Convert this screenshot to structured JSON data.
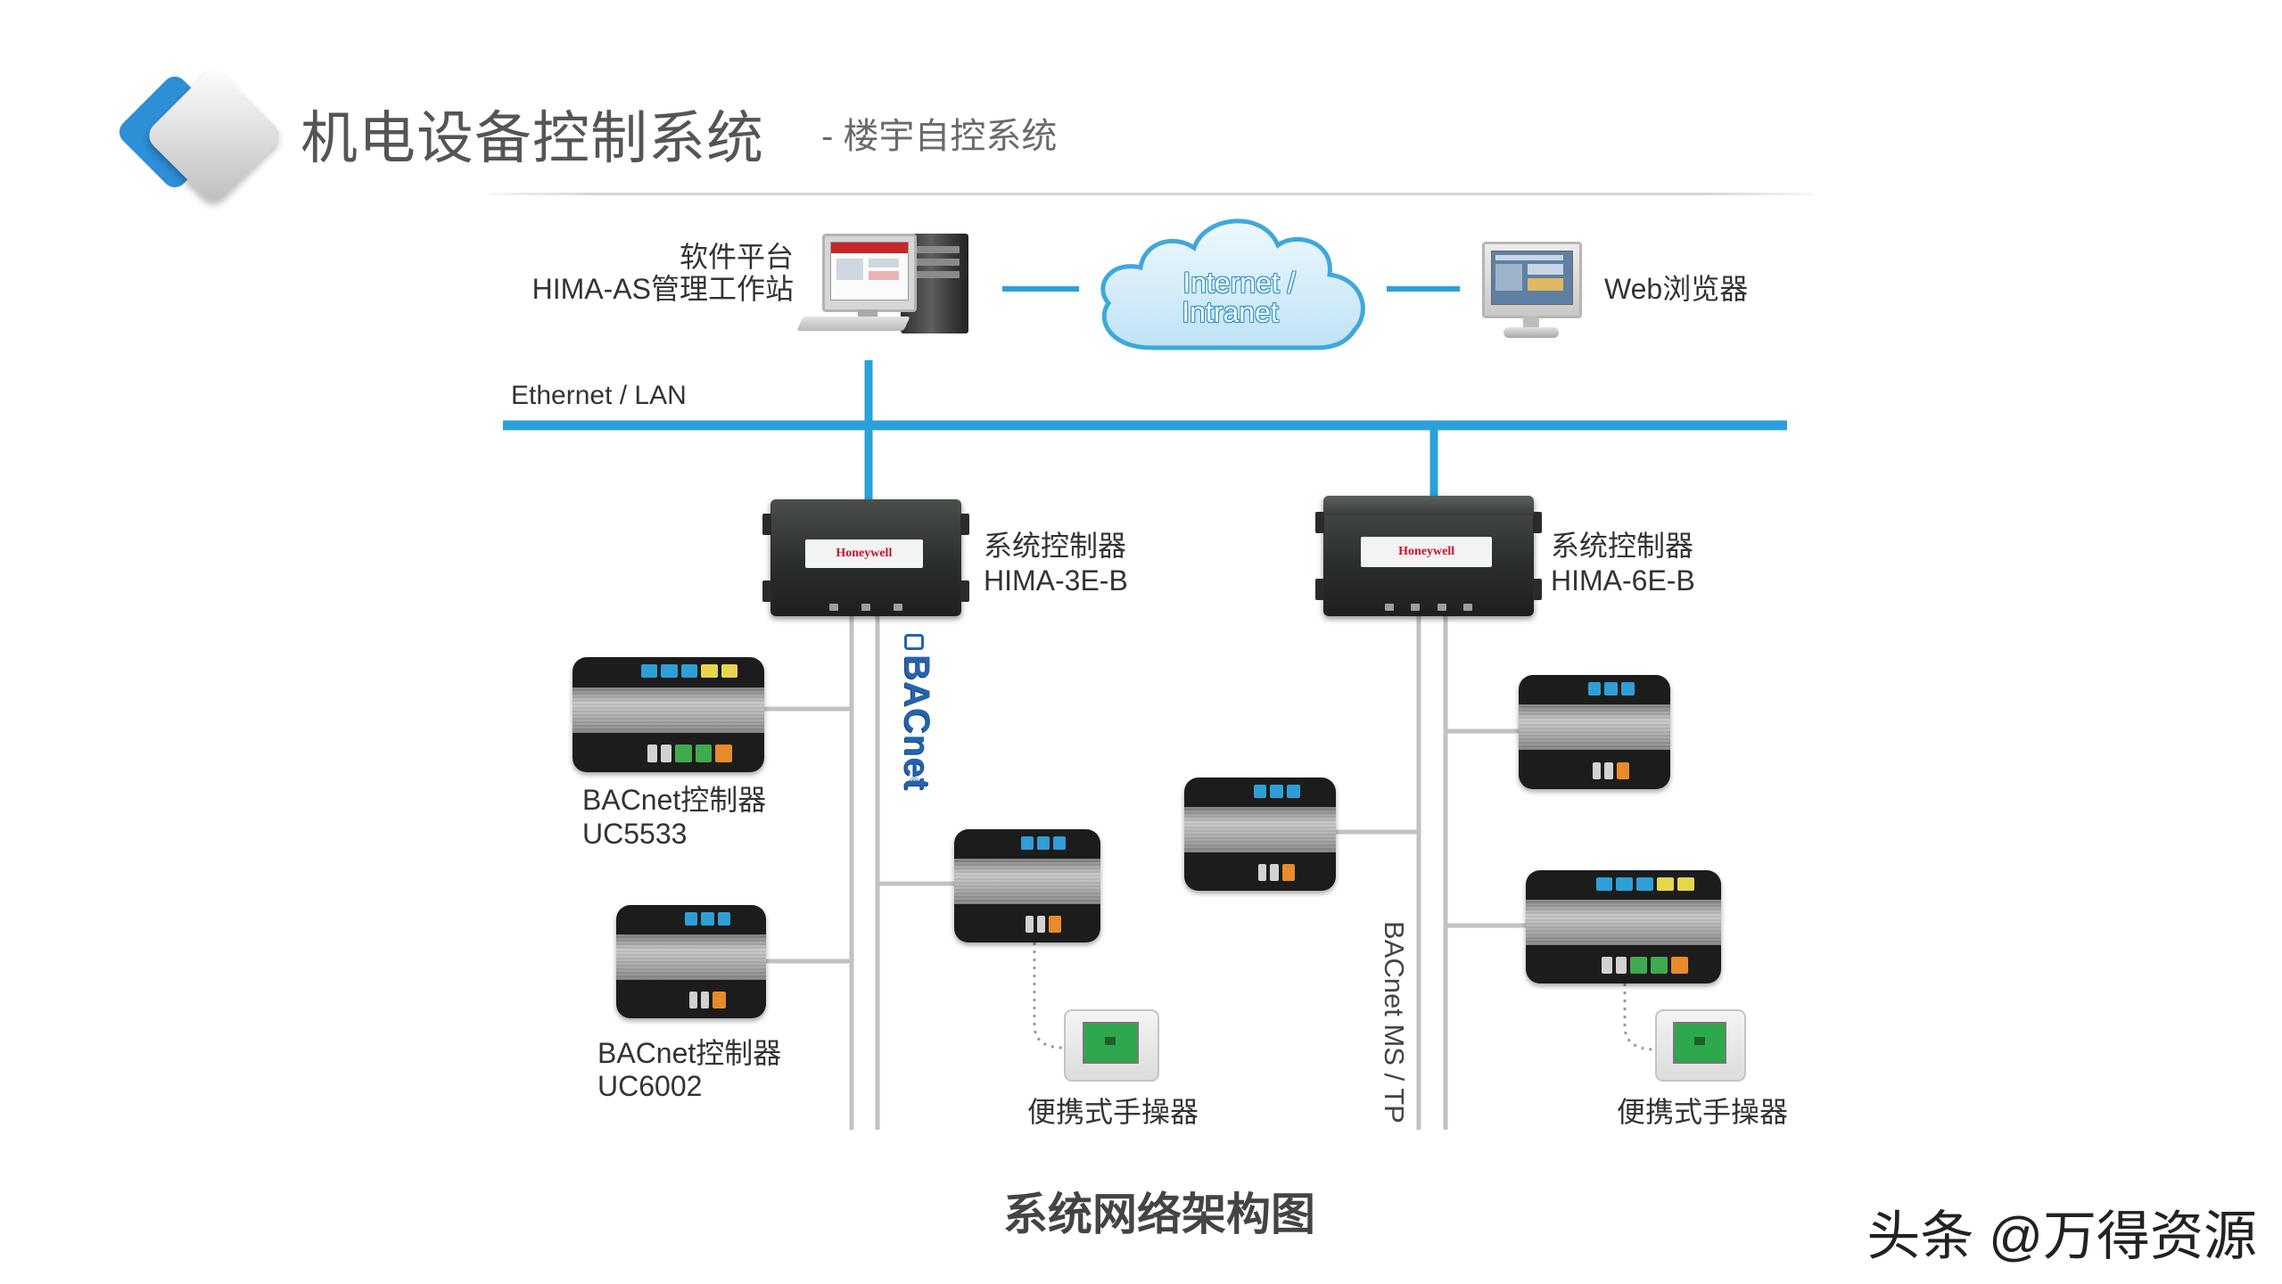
{
  "header": {
    "title": "机电设备控制系统",
    "subtitle": "- 楼宇自控系统"
  },
  "workstation": {
    "line1": "软件平台",
    "line2": "HIMA-AS管理工作站"
  },
  "cloud": {
    "line1": "Internet /",
    "line2": "Intranet"
  },
  "browser": {
    "label": "Web浏览器"
  },
  "network": {
    "ethernet_label": "Ethernet / LAN",
    "bacnet_logo": "BACnet",
    "registered_mark": "®",
    "bacnet_mstp_label": "BACnet MS / TP"
  },
  "controllers": {
    "sys_left": {
      "line1": "系统控制器",
      "line2": "HIMA-3E-B",
      "brand": "Honeywell"
    },
    "sys_right": {
      "line1": "系统控制器",
      "line2": "HIMA-6E-B",
      "brand": "Honeywell"
    },
    "uc5533": {
      "line1": "BACnet控制器",
      "line2": "UC5533"
    },
    "uc6002": {
      "line1": "BACnet控制器",
      "line2": "UC6002"
    }
  },
  "handhelds": {
    "left_label": "便携式手操器",
    "right_label": "便携式手操器"
  },
  "caption": "系统网络架构图",
  "watermark": "头条 @万得资源",
  "colors": {
    "accent_blue": "#2ba1d9",
    "bus_grey": "#c2c2c2",
    "title_grey": "#555555",
    "logo_blue": "#2d8fd6"
  }
}
